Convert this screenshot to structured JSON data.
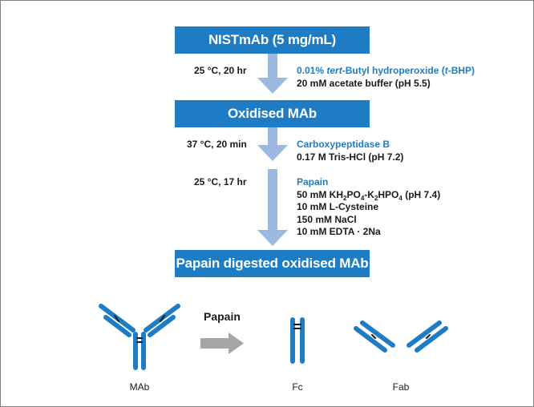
{
  "steps": {
    "box1": "NISTmAb (5 mg/mL)",
    "cond1": "25 °C, 20 hr",
    "r1_a": "0.01% ",
    "r1_b": "tert",
    "r1_c": "-Butyl hydroperoxide (",
    "r1_d": "t",
    "r1_e": "-BHP)",
    "r1_buffer": "20 mM acetate buffer (pH 5.5)",
    "box2": "Oxidised MAb",
    "cond2": "37 °C, 20 min",
    "r2_enzyme": "Carboxypeptidase B",
    "r2_buffer": "0.17 M Tris-HCl (pH 7.2)",
    "cond3": "25 °C, 17 hr",
    "r3_enzyme": "Papain",
    "r3_p1": "50 mM KH",
    "r3_s1": "2",
    "r3_p2": "PO",
    "r3_s2": "4",
    "r3_p3": "-K",
    "r3_s3": "2",
    "r3_p4": "HPO",
    "r3_s4": "4",
    "r3_p5": " (pH 7.4)",
    "r3_cys": "10 mM L-Cysteine",
    "r3_nacl": "150 mM NaCl",
    "r3_edta": "10 mM EDTA · 2Na",
    "box3": "Papain digested oxidised MAb"
  },
  "illustration": {
    "papain": "Papain",
    "mab": "MAb",
    "fc": "Fc",
    "fab": "Fab"
  },
  "colors": {
    "box": "#1e7cc4",
    "flow_arrow": "#9cb8de",
    "papain_arrow": "#a6a6a6",
    "reagent_highlight": "#1e7cc4"
  }
}
